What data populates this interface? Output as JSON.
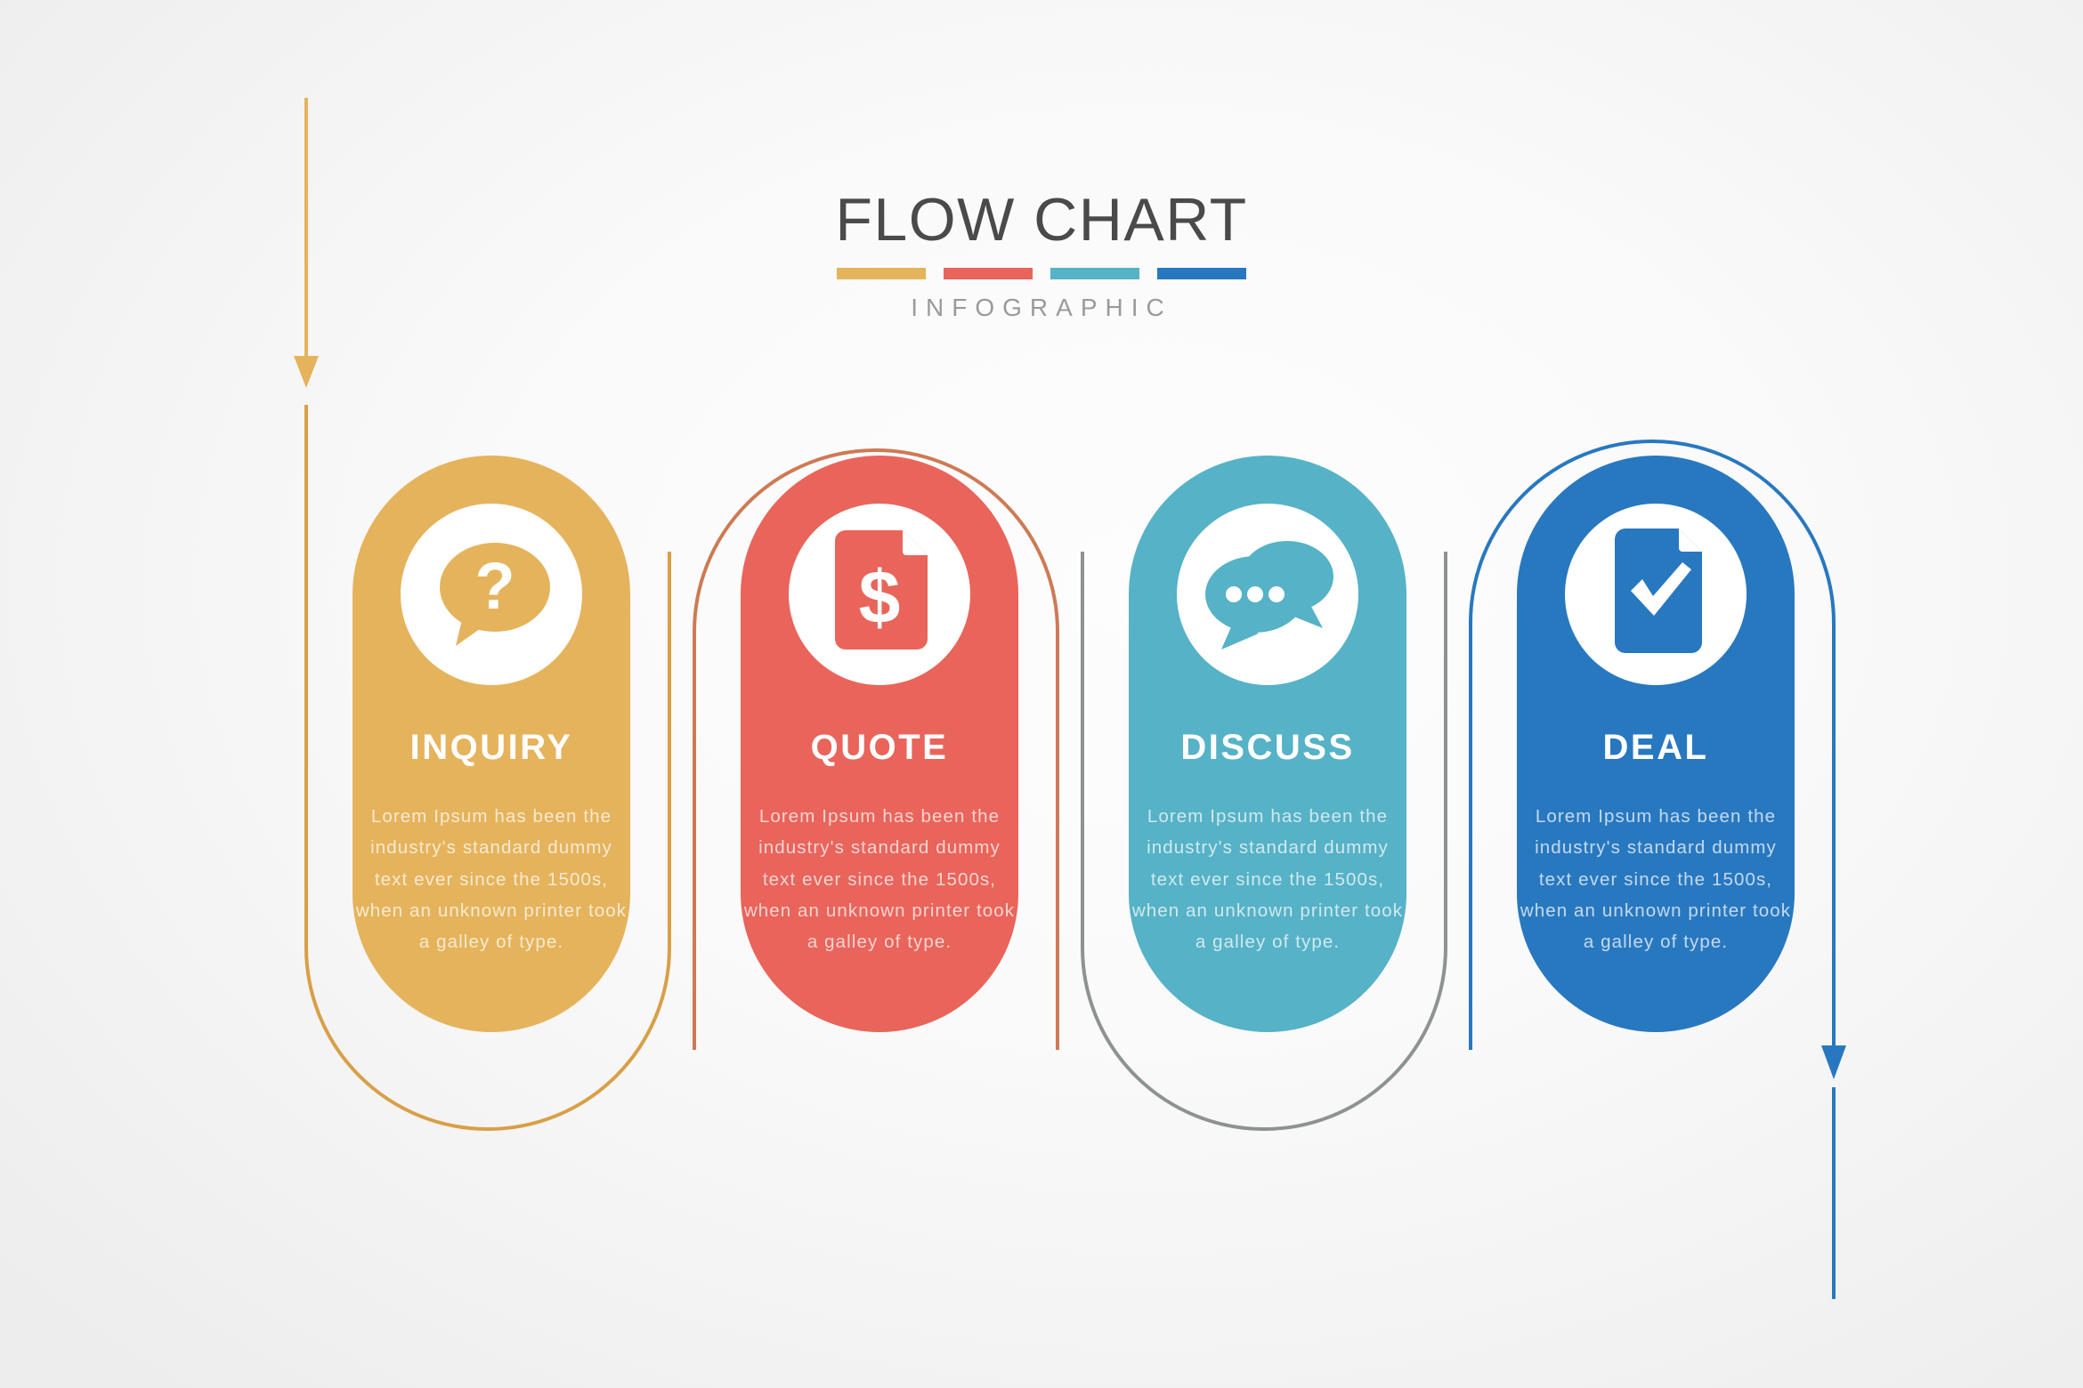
{
  "header": {
    "title": "FLOW CHART",
    "subtitle": "INFOGRAPHIC",
    "rule_colors": [
      "#E5B35C",
      "#E9645A",
      "#56B2C6",
      "#2878C0"
    ]
  },
  "theme": {
    "background": "#f4f4f4",
    "title_color": "#4a4a4a",
    "subtitle_color": "#9a9a9a",
    "icon_circle_fill": "#ffffff"
  },
  "flow": {
    "entry_arrow": {
      "name": "entry-arrow",
      "color": "#E5B35C",
      "direction": "down"
    },
    "exit_arrow": {
      "name": "exit-arrow",
      "color": "#2878C0",
      "direction": "down"
    }
  },
  "chart_data": {
    "type": "diagram",
    "title": "FLOW CHART",
    "subtitle": "INFOGRAPHIC",
    "steps": [
      {
        "index": 1,
        "label": "INQUIRY",
        "color": "#E5B35C",
        "outline_color": "#D99F47",
        "icon": "question-speech-bubble-icon",
        "body": "Lorem Ipsum has been the industry's standard dummy text ever since the 1500s, when an unknown printer took a galley of type.",
        "outline_position": "below"
      },
      {
        "index": 2,
        "label": "QUOTE",
        "color": "#E9645A",
        "outline_color": "#D4764F",
        "icon": "invoice-dollar-document-icon",
        "body": "Lorem Ipsum has been the industry's standard dummy text ever since the 1500s, when an unknown printer took a galley of type.",
        "outline_position": "above"
      },
      {
        "index": 3,
        "label": "DISCUSS",
        "color": "#56B2C6",
        "outline_color": "#8C9390",
        "icon": "chat-bubbles-icon",
        "body": "Lorem Ipsum has been the industry's standard dummy text ever since the 1500s, when an unknown printer took a galley of type.",
        "outline_position": "below"
      },
      {
        "index": 4,
        "label": "DEAL",
        "color": "#2878C0",
        "outline_color": "#2878C0",
        "icon": "checked-document-icon",
        "body": "Lorem Ipsum has been the industry's standard dummy text ever since the 1500s, when an unknown printer took a galley of type.",
        "outline_position": "above"
      }
    ]
  }
}
